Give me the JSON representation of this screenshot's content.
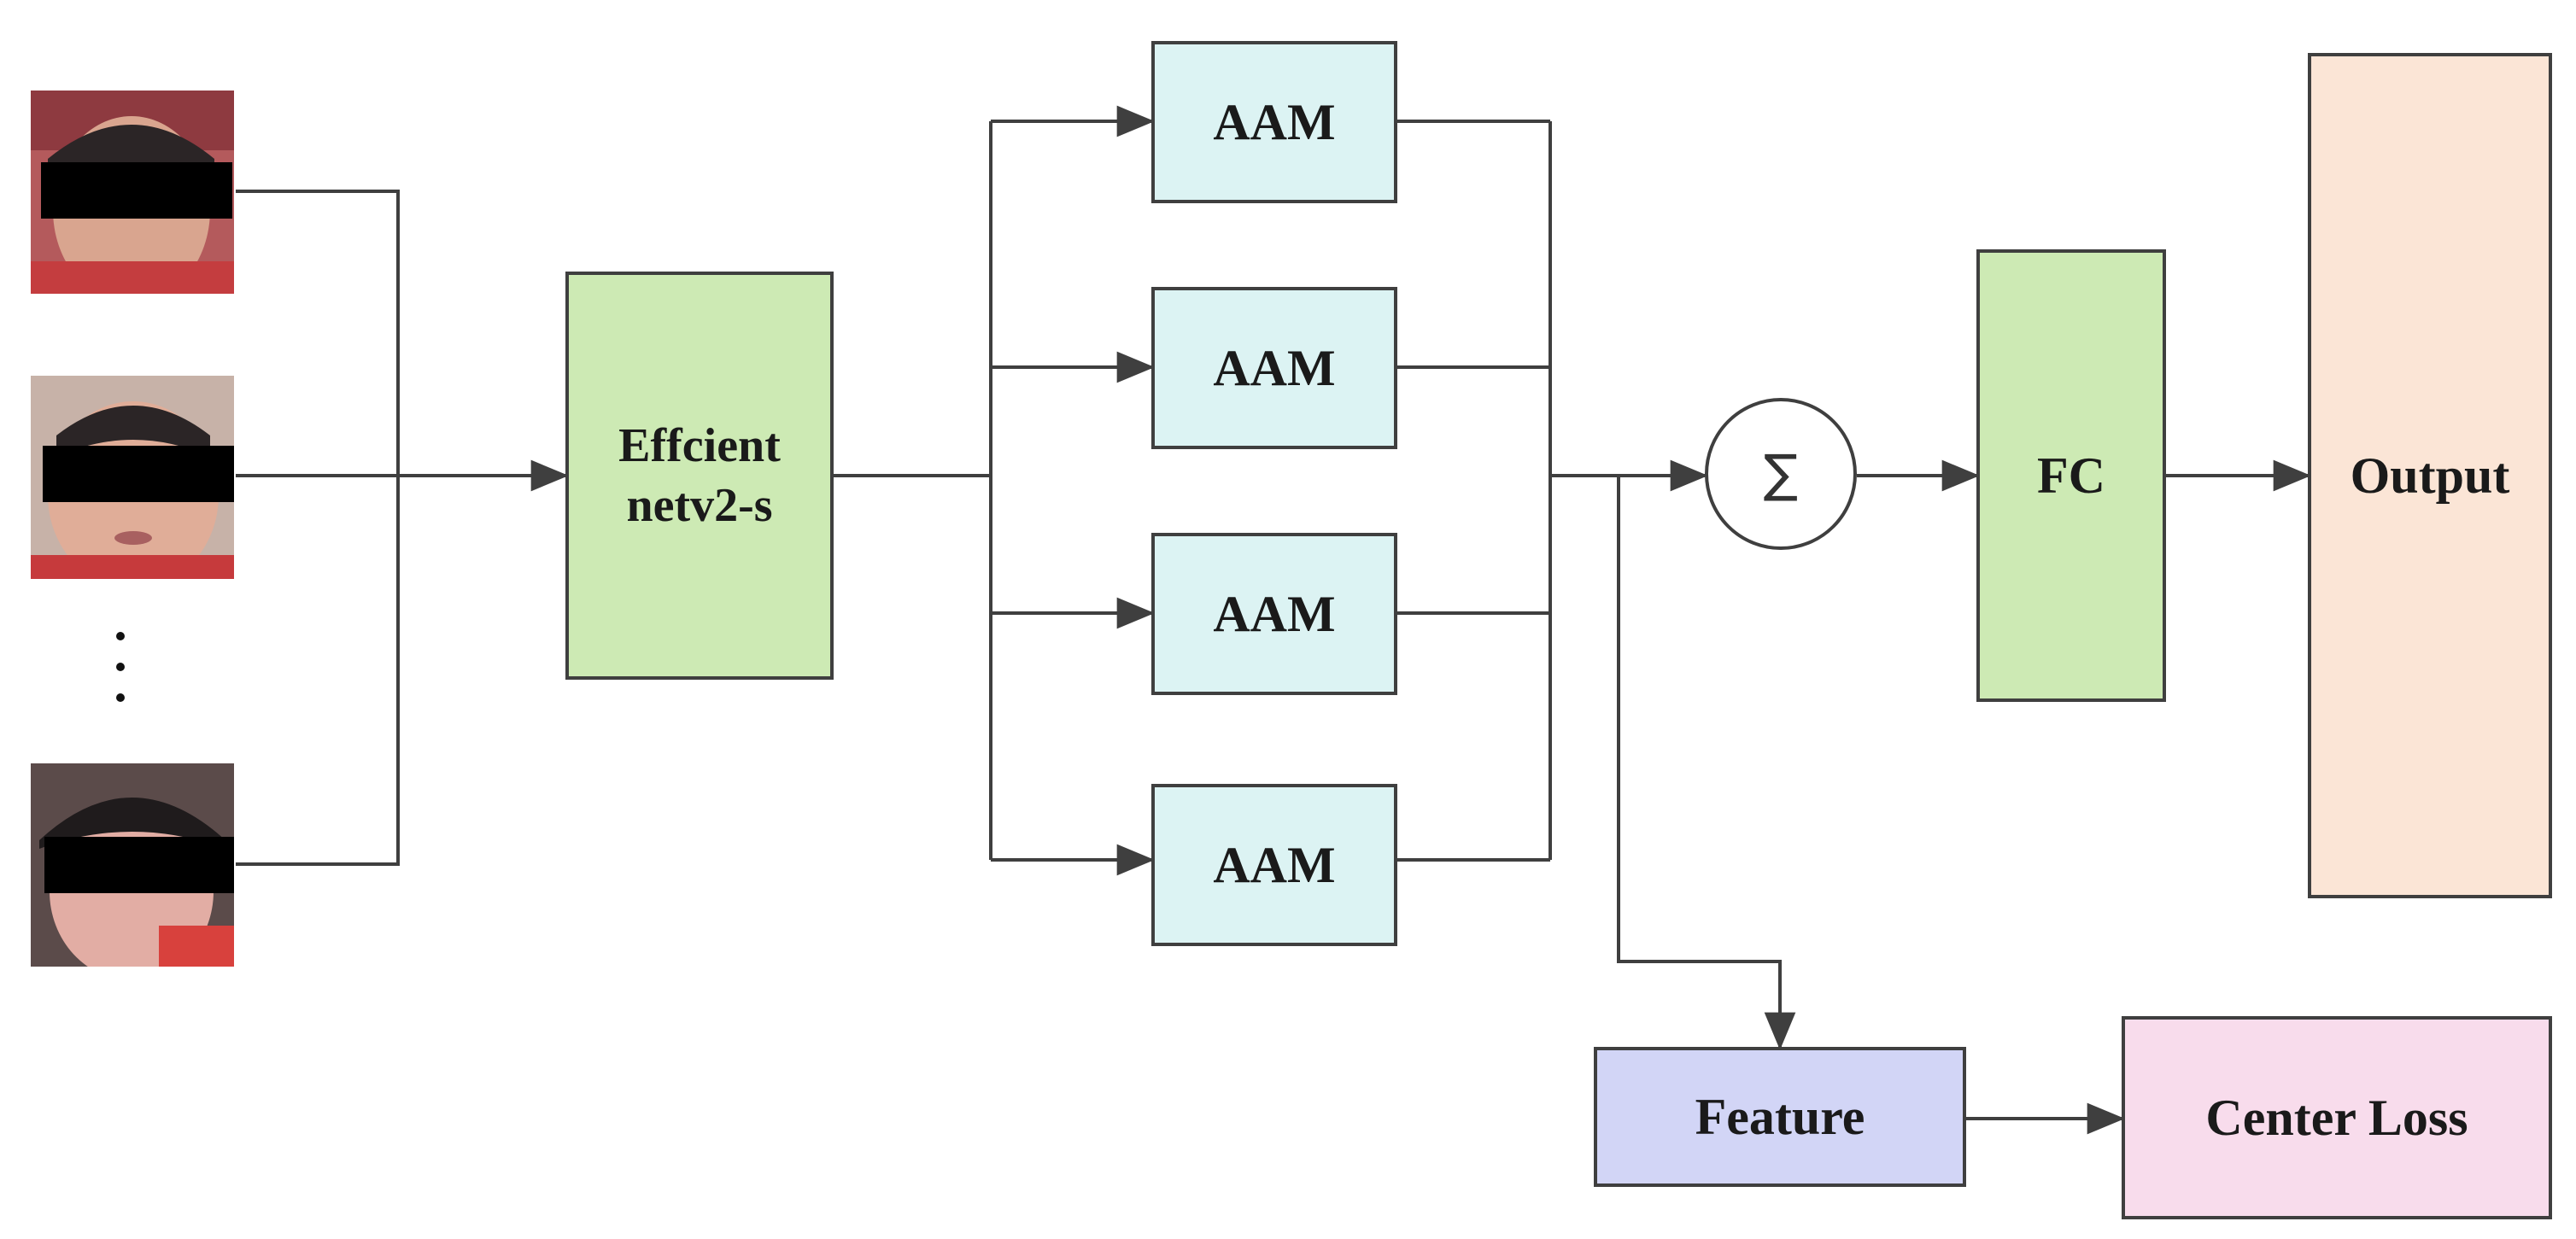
{
  "diagram": {
    "backbone_label_line1": "Effcient",
    "backbone_label_line2": "netv2-s",
    "attention_modules": [
      "AAM",
      "AAM",
      "AAM",
      "AAM"
    ],
    "sum_symbol": "∑",
    "fc_label": "FC",
    "output_label": "Output",
    "feature_label": "Feature",
    "loss_label": "Center Loss",
    "ellipsis": "⋮"
  },
  "colors": {
    "backbone": "#cdeab4",
    "attention": "#dcf3f3",
    "fc": "#cdeab4",
    "output": "#fbe5d6",
    "feature": "#d2d5f6",
    "loss": "#f8dcec",
    "line": "#3f3f3f"
  },
  "inputs": [
    {
      "name": "face-image-1",
      "type": "photo"
    },
    {
      "name": "face-image-2",
      "type": "photo"
    },
    {
      "name": "face-image-3",
      "type": "photo"
    }
  ]
}
